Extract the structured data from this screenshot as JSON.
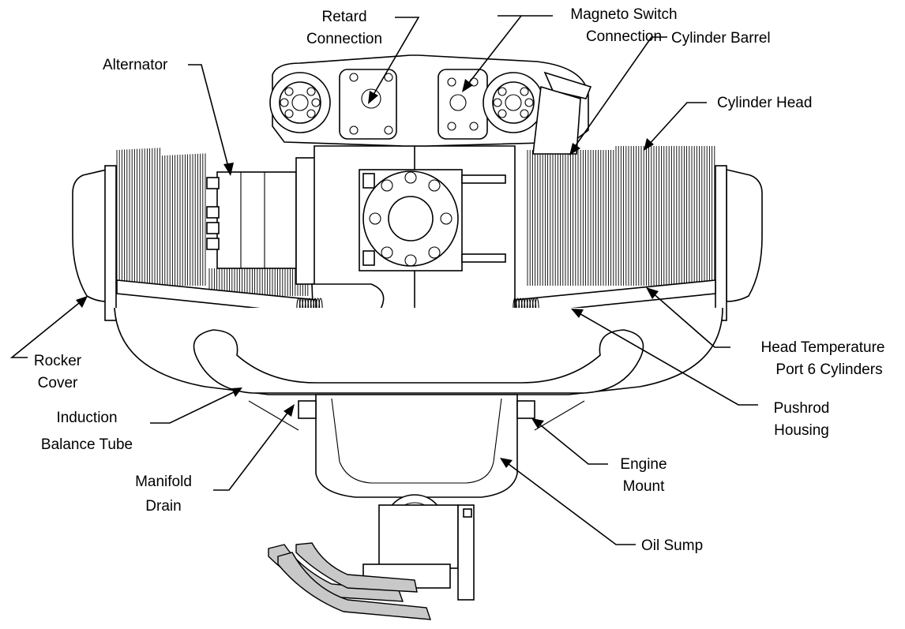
{
  "labels": {
    "retard_1": "Retard",
    "retard_2": "Connection",
    "magneto_1": "Magneto Switch",
    "magneto_2": "Connection",
    "alternator": "Alternator",
    "cyl_barrel": "Cylinder Barrel",
    "cyl_head": "Cylinder Head",
    "rocker_1": "Rocker",
    "rocker_2": "Cover",
    "induction_1": "Induction",
    "induction_2": "Balance Tube",
    "manifold_1": "Manifold",
    "manifold_2": "Drain",
    "headtemp_1": "Head Temperature",
    "headtemp_2": "Port 6 Cylinders",
    "pushrod_1": "Pushrod",
    "pushrod_2": "Housing",
    "mount_1": "Engine",
    "mount_2": "Mount",
    "sump": "Oil Sump"
  }
}
